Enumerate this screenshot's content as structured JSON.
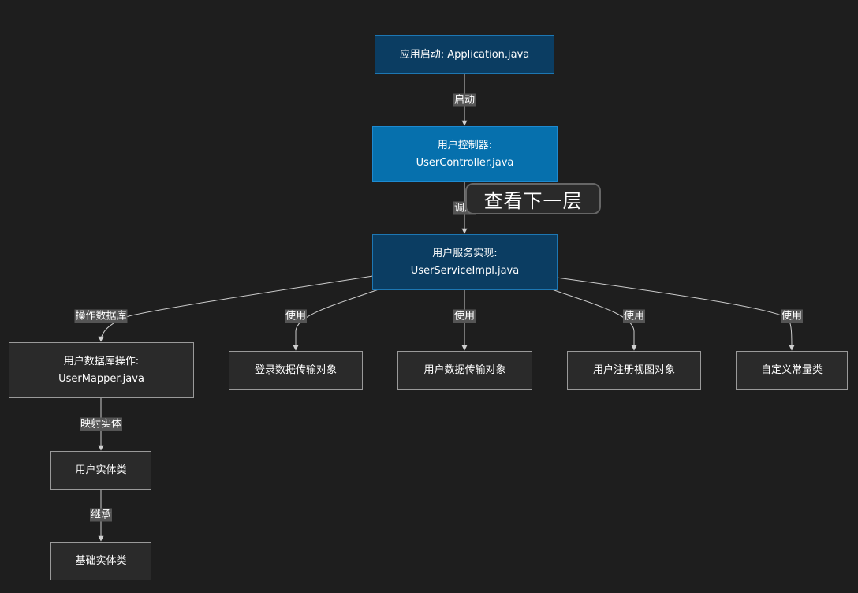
{
  "nodes": {
    "app": {
      "line1": "应用启动: Application.java",
      "line2": ""
    },
    "controller": {
      "line1": "用户控制器:",
      "line2": "UserController.java"
    },
    "service": {
      "line1": "用户服务实现:",
      "line2": "UserServiceImpl.java"
    },
    "mapper": {
      "line1": "用户数据库操作:",
      "line2": "UserMapper.java"
    },
    "login_dto": {
      "line1": "登录数据传输对象"
    },
    "user_dto": {
      "line1": "用户数据传输对象"
    },
    "register_vo": {
      "line1": "用户注册视图对象"
    },
    "constants": {
      "line1": "自定义常量类"
    },
    "user_entity": {
      "line1": "用户实体类"
    },
    "base_entity": {
      "line1": "基础实体类"
    }
  },
  "edges": {
    "app_controller": "启动",
    "controller_service": "调用",
    "service_mapper": "操作数据库",
    "service_login": "使用",
    "service_userdto": "使用",
    "service_register": "使用",
    "service_constants": "使用",
    "mapper_entity": "映射实体",
    "entity_base": "继承"
  },
  "tooltip": {
    "text": "查看下一层"
  },
  "colors": {
    "background": "#1e1e1e",
    "node_dark_blue": "#0b3d62",
    "node_bright_blue": "#0670ad",
    "node_gray": "#2a2a2a",
    "edge": "#cccccc"
  }
}
